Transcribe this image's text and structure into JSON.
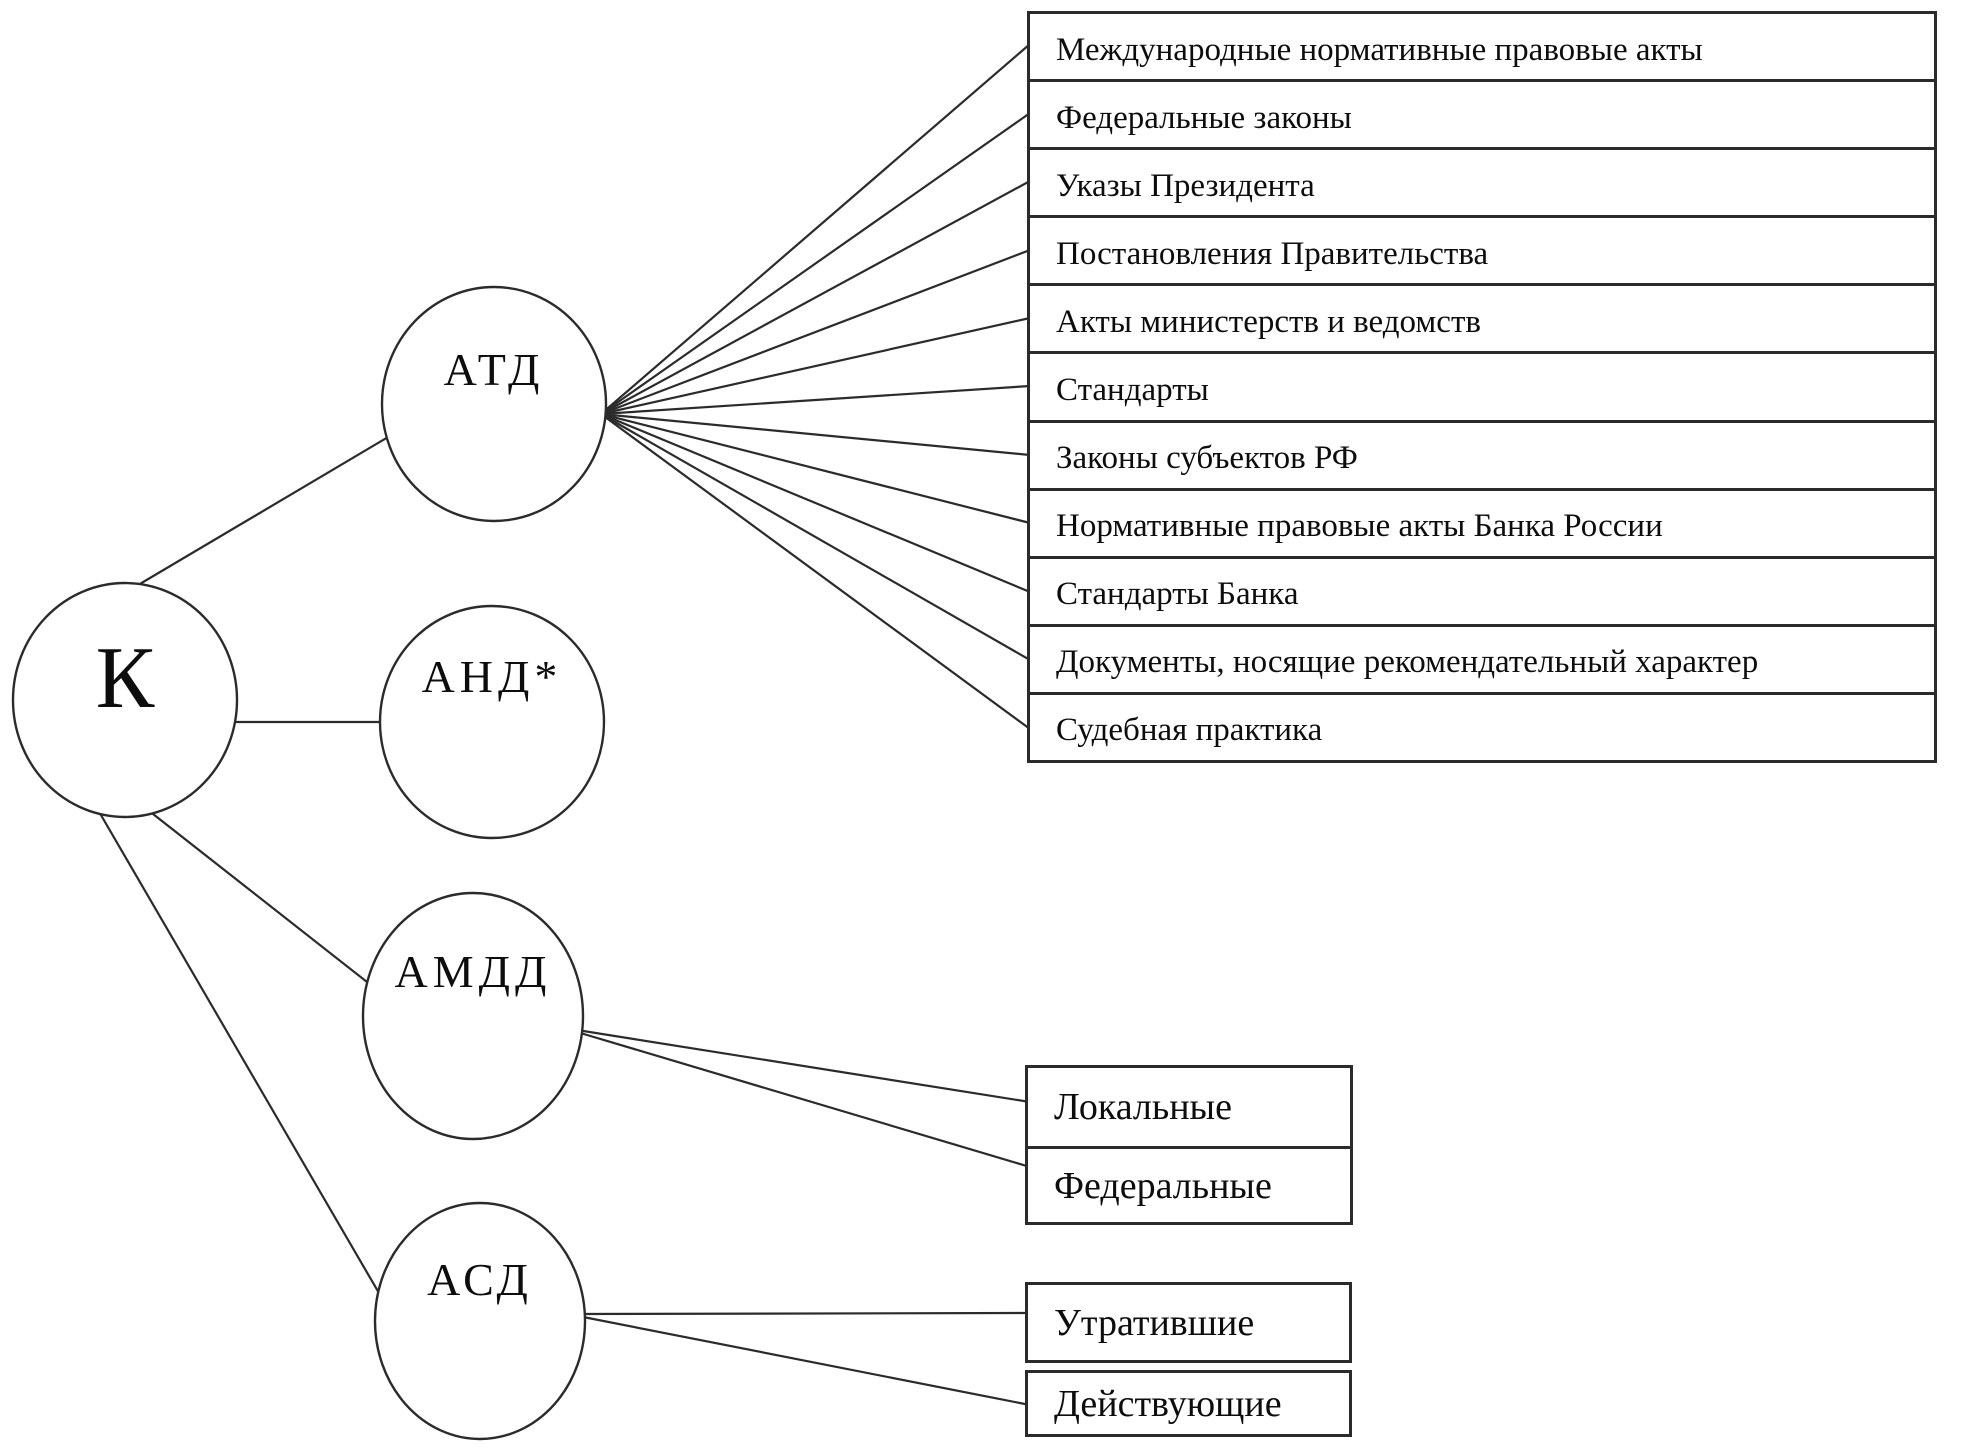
{
  "nodes": {
    "k": "К",
    "atd": "АТД",
    "and": "АНД*",
    "amdd": "АМДД",
    "asd": "АСД"
  },
  "atd_items": [
    "Международные нормативные правовые акты",
    "Федеральные законы",
    "Указы Президента",
    "Постановления Правительства",
    "Акты министерств и ведомств",
    "Стандарты",
    "Законы субъектов РФ",
    "Нормативные правовые акты Банка России",
    "Стандарты Банка",
    "Документы, носящие рекомендательный характер",
    "Судебная практика"
  ],
  "amdd_items": [
    "Локальные",
    "Федеральные"
  ],
  "asd_items": [
    "Утратившие",
    "Действующие"
  ],
  "colors": {
    "stroke": "#2b2b2b",
    "text": "#0d0d0d",
    "background": "#ffffff"
  }
}
